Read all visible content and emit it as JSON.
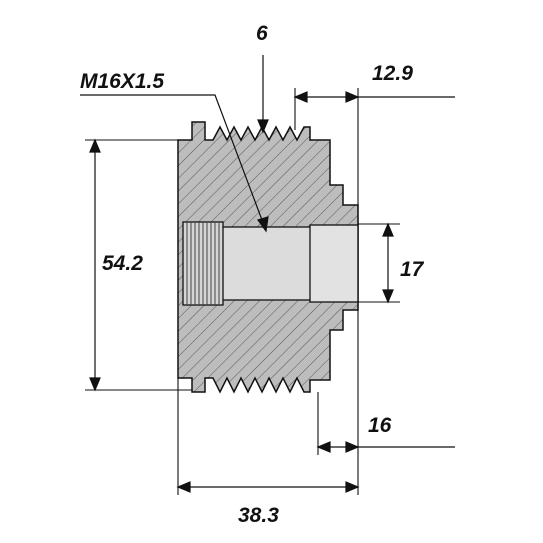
{
  "diagram": {
    "thread_label": "M16X1.5",
    "groove_pitch_label": "6",
    "flange_depth_label": "12.9",
    "outer_diameter_label": "54.2",
    "bore_diameter_label": "17",
    "hub_offset_label": "16",
    "overall_length_label": "38.3"
  },
  "colors": {
    "body_fill": "#bdbdbd",
    "bore_fill": "#dcdcdc",
    "line": "#111111"
  }
}
